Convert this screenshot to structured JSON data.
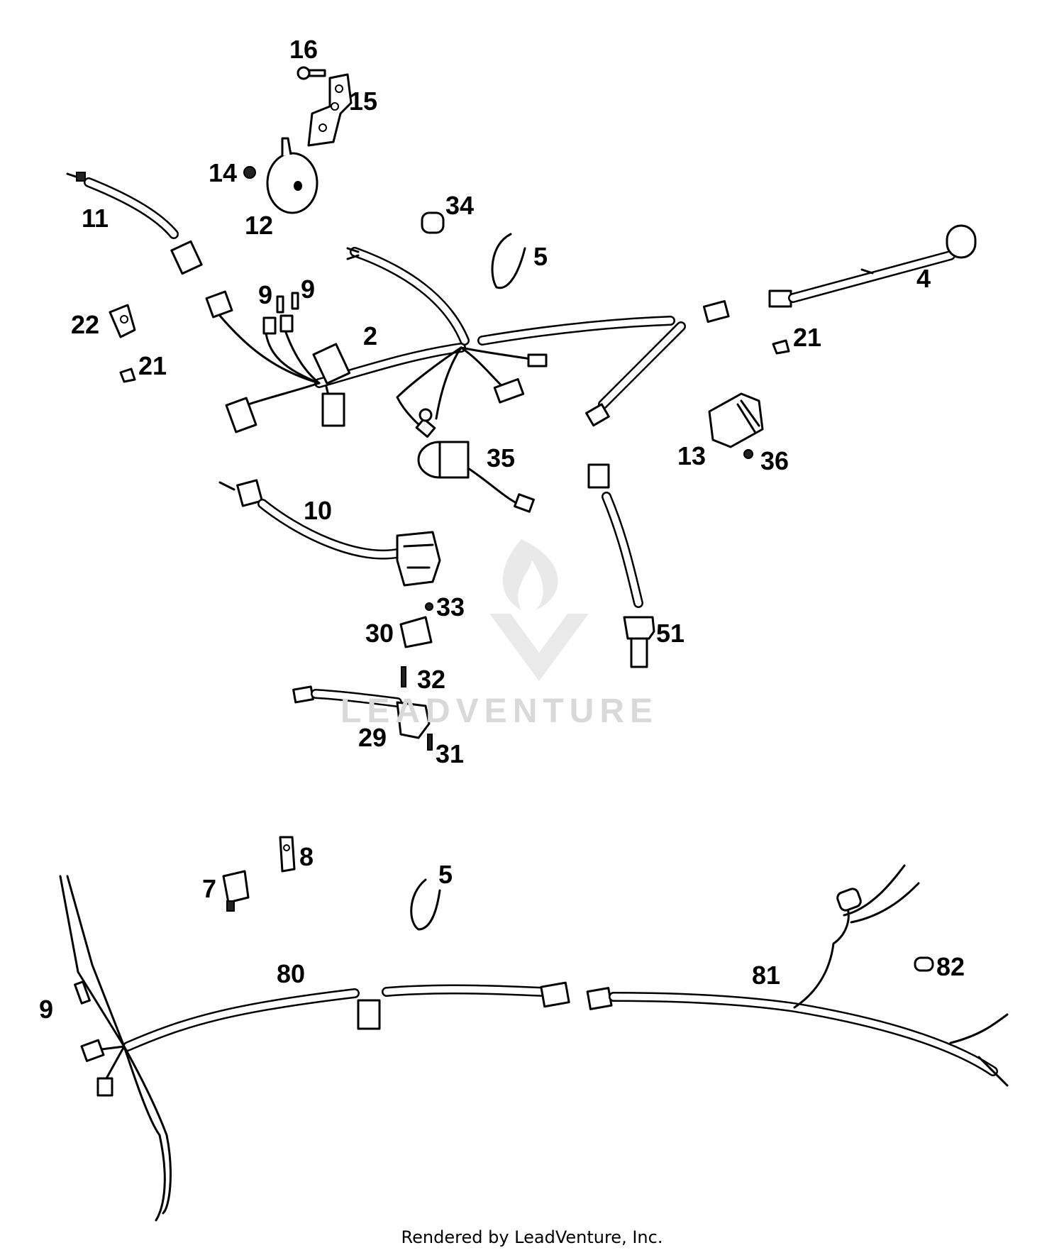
{
  "watermark": {
    "text": "LEADVENTURE"
  },
  "footer": {
    "text": "Rendered by LeadVenture, Inc."
  },
  "callouts": [
    {
      "id": "16",
      "label": "16"
    },
    {
      "id": "15",
      "label": "15"
    },
    {
      "id": "14",
      "label": "14"
    },
    {
      "id": "12",
      "label": "12"
    },
    {
      "id": "11",
      "label": "11"
    },
    {
      "id": "34",
      "label": "34"
    },
    {
      "id": "5a",
      "label": "5"
    },
    {
      "id": "4",
      "label": "4"
    },
    {
      "id": "9a",
      "label": "9"
    },
    {
      "id": "9b",
      "label": "9"
    },
    {
      "id": "22",
      "label": "22"
    },
    {
      "id": "21a",
      "label": "21"
    },
    {
      "id": "2",
      "label": "2"
    },
    {
      "id": "21b",
      "label": "21"
    },
    {
      "id": "13",
      "label": "13"
    },
    {
      "id": "36",
      "label": "36"
    },
    {
      "id": "35",
      "label": "35"
    },
    {
      "id": "10",
      "label": "10"
    },
    {
      "id": "33",
      "label": "33"
    },
    {
      "id": "30",
      "label": "30"
    },
    {
      "id": "51",
      "label": "51"
    },
    {
      "id": "32",
      "label": "32"
    },
    {
      "id": "29",
      "label": "29"
    },
    {
      "id": "31",
      "label": "31"
    },
    {
      "id": "8",
      "label": "8"
    },
    {
      "id": "7",
      "label": "7"
    },
    {
      "id": "5b",
      "label": "5"
    },
    {
      "id": "80",
      "label": "80"
    },
    {
      "id": "81",
      "label": "81"
    },
    {
      "id": "82",
      "label": "82"
    },
    {
      "id": "9c",
      "label": "9"
    }
  ]
}
